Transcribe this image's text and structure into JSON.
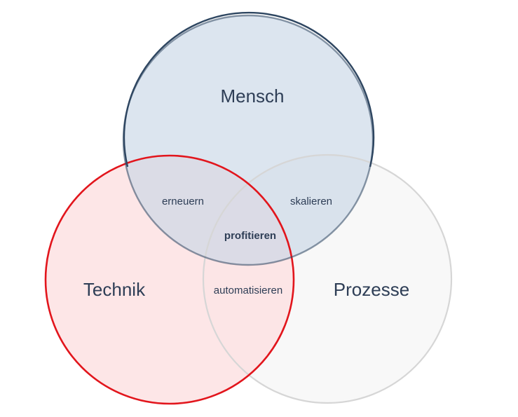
{
  "diagram": {
    "sets": [
      {
        "id": "mensch",
        "label": "Mensch",
        "fill": "#c7d5e5",
        "stroke": "#2e4661"
      },
      {
        "id": "technik",
        "label": "Technik",
        "fill": "#fde0e1",
        "stroke": "#e2151c"
      },
      {
        "id": "prozesse",
        "label": "Prozesse",
        "fill": "#f5f5f5",
        "stroke": "#d6d6d6"
      }
    ],
    "intersections": {
      "mensch_technik": "erneuern",
      "mensch_prozesse": "skalieren",
      "technik_prozesse": "automatisieren",
      "all": "profitieren"
    }
  }
}
